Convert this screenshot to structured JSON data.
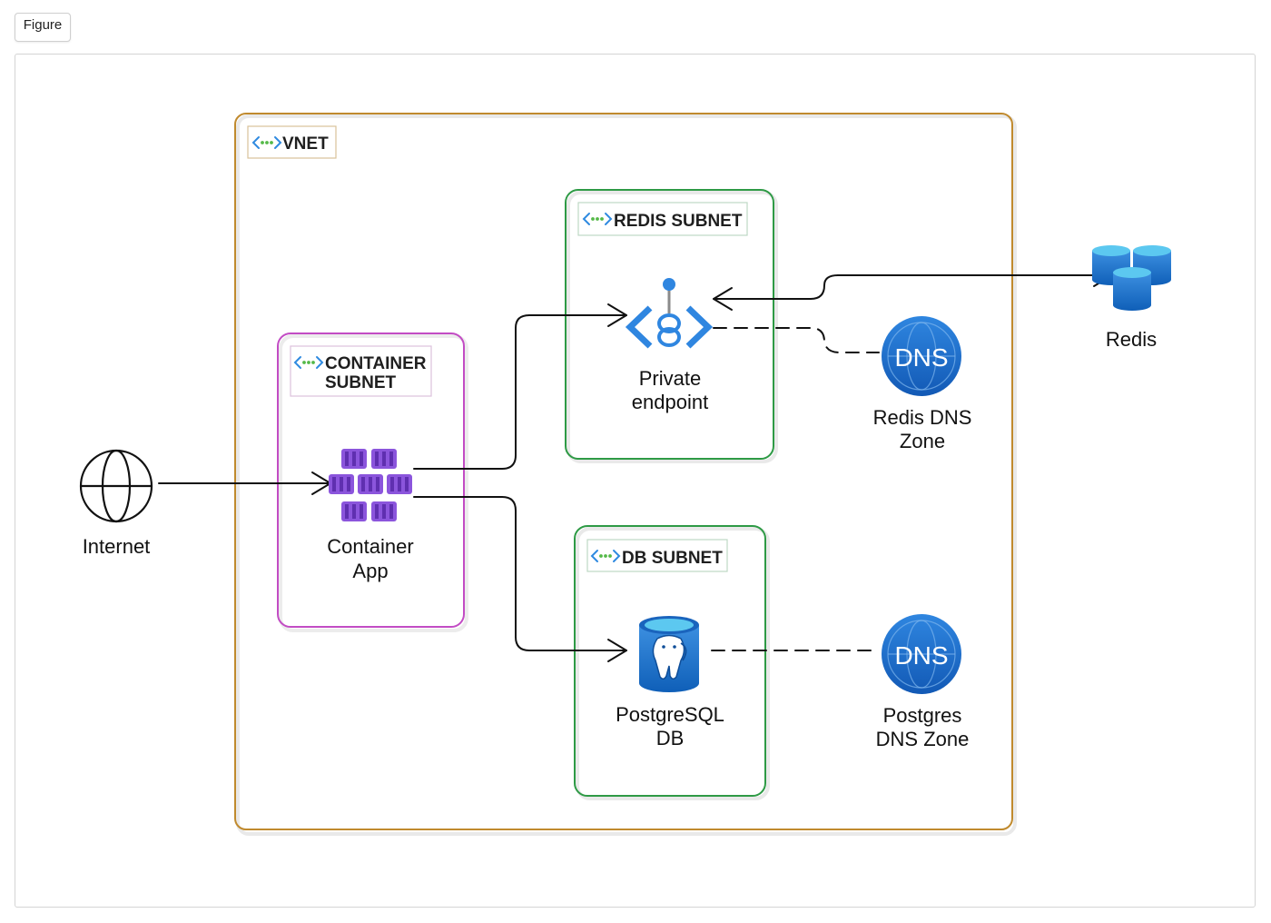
{
  "figure_tab": {
    "label": "Figure"
  },
  "containers": {
    "vnet": {
      "label": "VNET"
    },
    "redis_subnet": {
      "label": "REDIS SUBNET"
    },
    "container_subnet": {
      "label_line1": "CONTAINER",
      "label_line2": "SUBNET"
    },
    "db_subnet": {
      "label": "DB SUBNET"
    }
  },
  "nodes": {
    "internet": {
      "label": "Internet"
    },
    "container_app": {
      "label_line1": "Container",
      "label_line2": "App"
    },
    "private_endpoint": {
      "label_line1": "Private",
      "label_line2": "endpoint"
    },
    "redis_dns": {
      "icon_text": "DNS",
      "label_line1": "Redis DNS",
      "label_line2": "Zone"
    },
    "redis": {
      "label": "Redis"
    },
    "postgres_db": {
      "label_line1": "PostgreSQL",
      "label_line2": "DB"
    },
    "postgres_dns": {
      "icon_text": "DNS",
      "label_line1": "Postgres",
      "label_line2": "DNS Zone"
    }
  },
  "colors": {
    "vnet_border": "#c08a2e",
    "subnet_border": "#2e9a45",
    "container_subnet_border": "#c24cc4",
    "tag_border": "#c6c6c6",
    "azure_blue": "#1b6fc8",
    "purple": "#7e4bd0"
  },
  "icons": {
    "vnet": "vnet-icon",
    "internet": "globe-icon",
    "container_app": "container-apps-icon",
    "private_endpoint": "private-endpoint-icon",
    "dns": "dns-icon",
    "redis": "redis-cache-icon",
    "postgres": "postgresql-icon"
  }
}
